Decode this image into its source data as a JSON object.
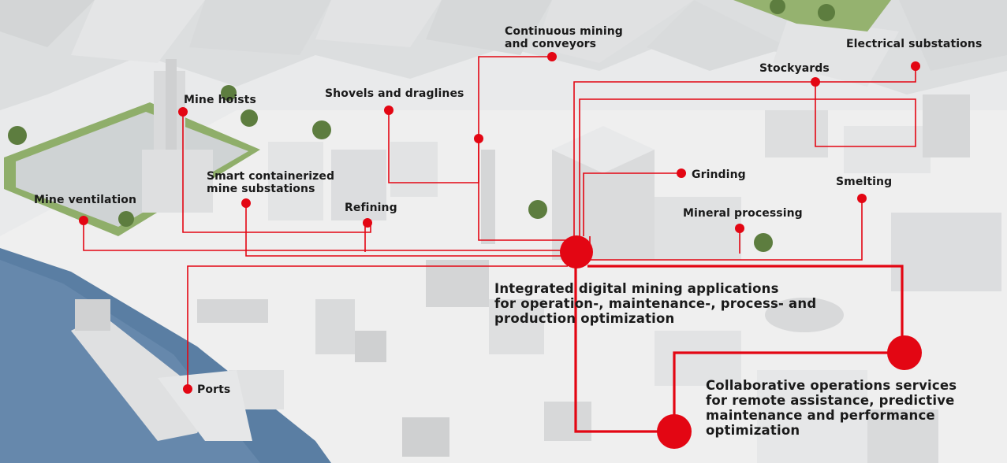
{
  "accent_color": "#e30613",
  "labels": {
    "continuous_mining": "Continuous mining\nand conveyors",
    "electrical_substations": "Electrical substations",
    "stockyards": "Stockyards",
    "shovels_draglines": "Shovels and draglines",
    "mine_hoists": "Mine hoists",
    "smart_containerized": "Smart containerized\nmine substations",
    "mine_ventilation": "Mine ventilation",
    "refining": "Refining",
    "grinding": "Grinding",
    "smelting": "Smelting",
    "mineral_processing": "Mineral processing",
    "ports": "Ports"
  },
  "hubs": {
    "integrated": "Integrated digital mining applications\nfor operation-, maintenance-, process- and\nproduction optimization",
    "collaborative": "Collaborative operations services\nfor remote assistance, predictive\nmaintenance and performance\noptimization"
  }
}
